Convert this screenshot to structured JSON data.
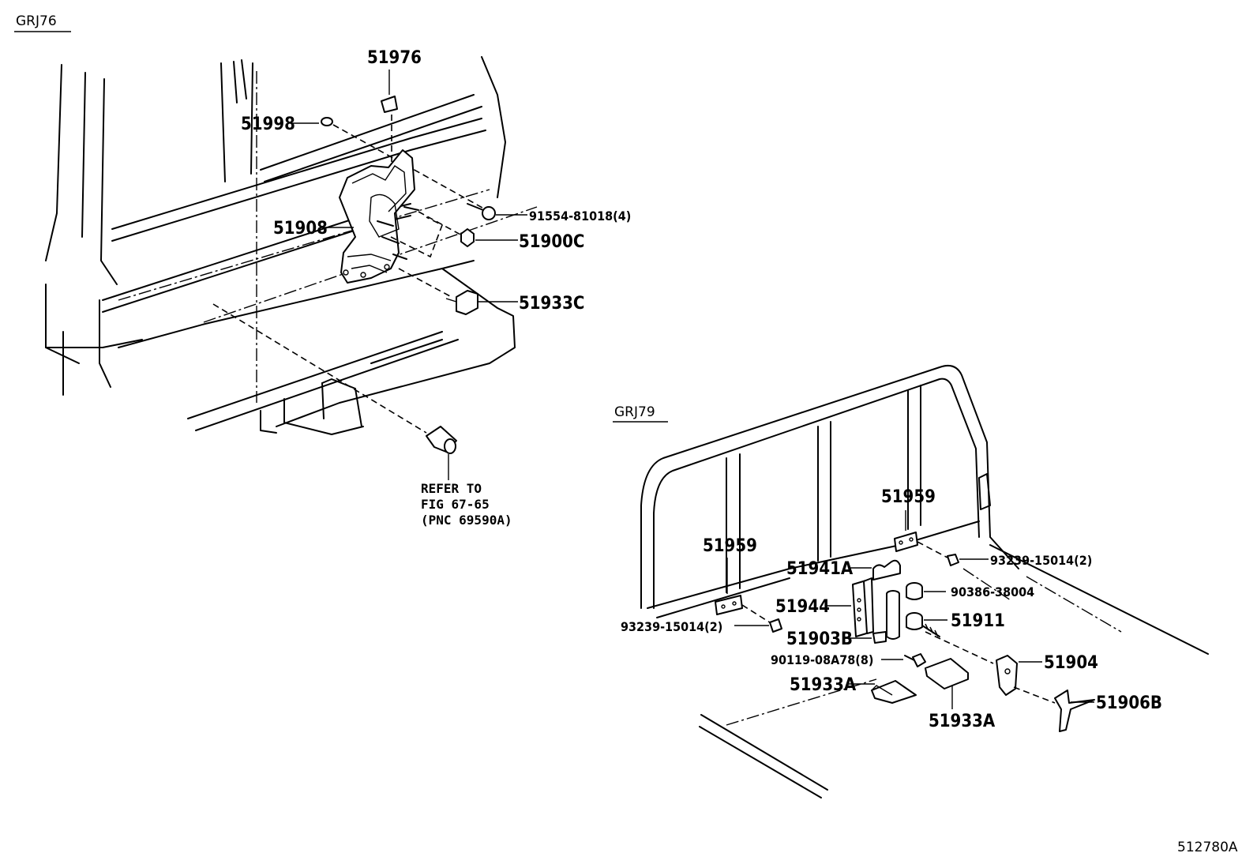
{
  "sections": {
    "top": "GRJ76",
    "bottom": "GRJ79"
  },
  "labels": {
    "p51976": "51976",
    "p51998": "51998",
    "p51908": "51908",
    "p91554": "91554-81018(4)",
    "p51900c": "51900C",
    "p51933c": "51933C",
    "refer_1": "REFER TO",
    "refer_2": "FIG 67-65",
    "refer_3": "(PNC 69590A)",
    "p51959a": "51959",
    "p51959b": "51959",
    "p51941a": "51941A",
    "p51944": "51944",
    "p51903b": "51903B",
    "p93239a": "93239-15014(2)",
    "p93239b": "93239-15014(2)",
    "p90386": "90386-38004",
    "p51911": "51911",
    "p90119": "90119-08A78(8)",
    "p51904": "51904",
    "p51933a_left": "51933A",
    "p51933a_bottom": "51933A",
    "p51906b": "51906B"
  },
  "figure_code": "512780A"
}
